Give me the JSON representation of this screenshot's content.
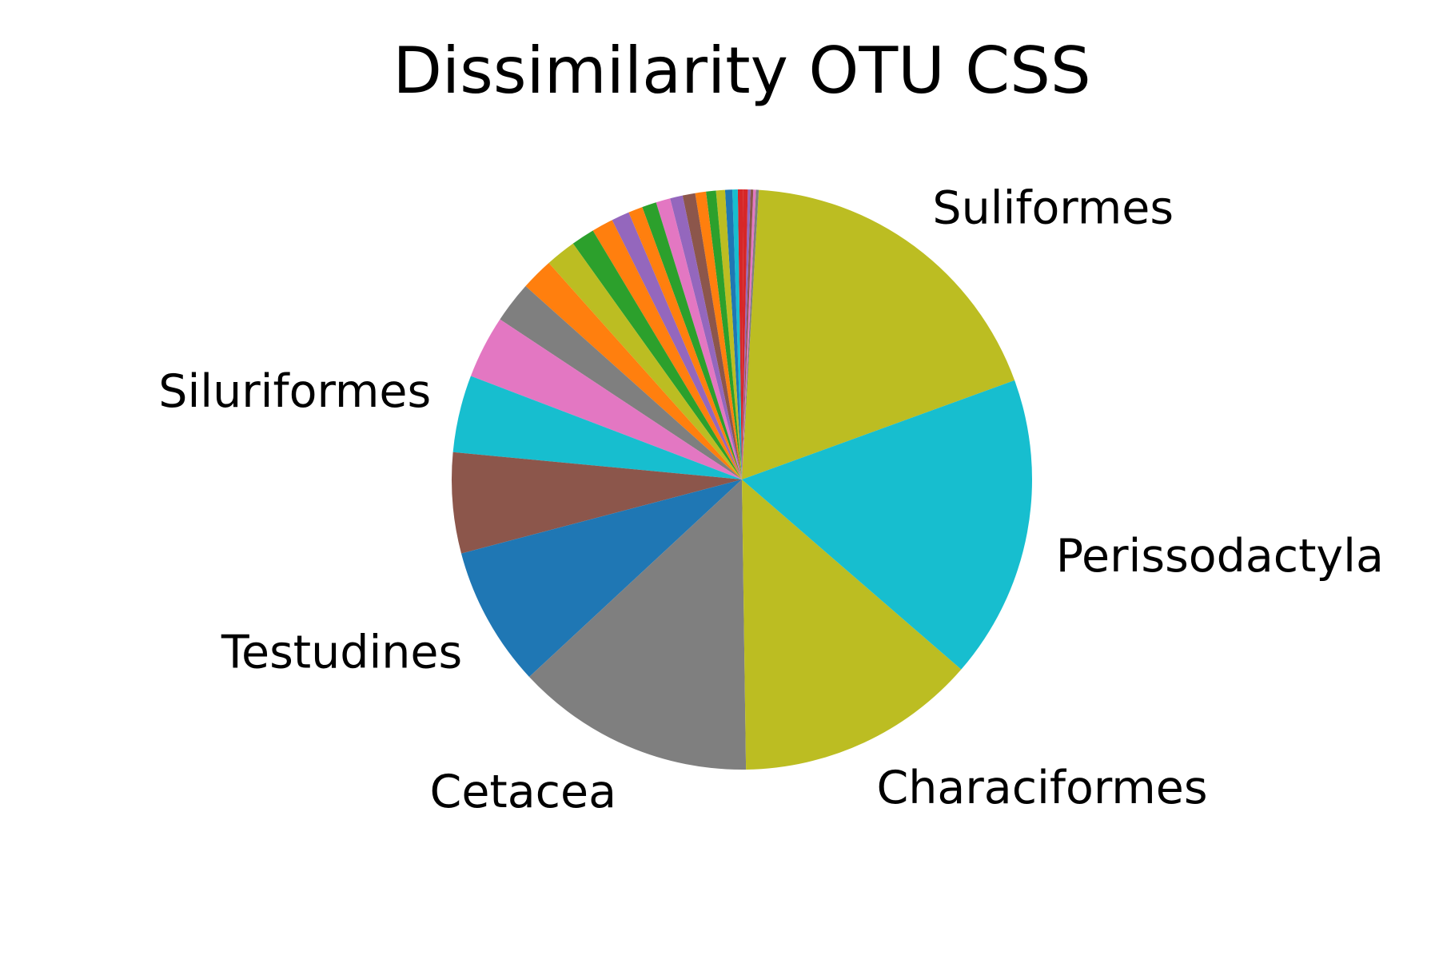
{
  "chart_data": {
    "type": "pie",
    "title": "Dissimilarity OTU CSS",
    "start_angle_deg": 20,
    "direction": "counterclockwise",
    "slices": [
      {
        "label": "Suliformes",
        "value": 18.5,
        "color": "#bcbd22"
      },
      {
        "label": "",
        "value": 0.15,
        "color": "#7f7f7f"
      },
      {
        "label": "",
        "value": 0.15,
        "color": "#e377c2"
      },
      {
        "label": "",
        "value": 0.15,
        "color": "#8c564b"
      },
      {
        "label": "",
        "value": 0.15,
        "color": "#9467bd"
      },
      {
        "label": "",
        "value": 0.25,
        "color": "#d62728"
      },
      {
        "label": "",
        "value": 0.3,
        "color": "#d62728"
      },
      {
        "label": "",
        "value": 0.3,
        "color": "#17becf"
      },
      {
        "label": "",
        "value": 0.4,
        "color": "#1f77b4"
      },
      {
        "label": "",
        "value": 0.5,
        "color": "#bcbd22"
      },
      {
        "label": "",
        "value": 0.55,
        "color": "#2ca02c"
      },
      {
        "label": "",
        "value": 0.6,
        "color": "#ff7f0e"
      },
      {
        "label": "",
        "value": 0.7,
        "color": "#8c564b"
      },
      {
        "label": "",
        "value": 0.7,
        "color": "#9467bd"
      },
      {
        "label": "",
        "value": 0.8,
        "color": "#e377c2"
      },
      {
        "label": "",
        "value": 0.8,
        "color": "#2ca02c"
      },
      {
        "label": "",
        "value": 0.8,
        "color": "#ff7f0e"
      },
      {
        "label": "",
        "value": 1.0,
        "color": "#9467bd"
      },
      {
        "label": "",
        "value": 1.2,
        "color": "#ff7f0e"
      },
      {
        "label": "",
        "value": 1.3,
        "color": "#2ca02c"
      },
      {
        "label": "",
        "value": 1.7,
        "color": "#bcbd22"
      },
      {
        "label": "",
        "value": 1.8,
        "color": "#ff7f0e"
      },
      {
        "label": "",
        "value": 2.3,
        "color": "#7f7f7f"
      },
      {
        "label": "",
        "value": 3.5,
        "color": "#e377c2"
      },
      {
        "label": "Siluriformes",
        "value": 4.3,
        "color": "#17becf"
      },
      {
        "label": "",
        "value": 5.6,
        "color": "#8c564b"
      },
      {
        "label": "Testudines",
        "value": 7.8,
        "color": "#1f77b4"
      },
      {
        "label": "Cetacea",
        "value": 13.3,
        "color": "#7f7f7f"
      },
      {
        "label": "Characiformes",
        "value": 13.4,
        "color": "#bcbd22"
      },
      {
        "label": "Perissodactyla",
        "value": 16.9,
        "color": "#17becf"
      }
    ]
  }
}
